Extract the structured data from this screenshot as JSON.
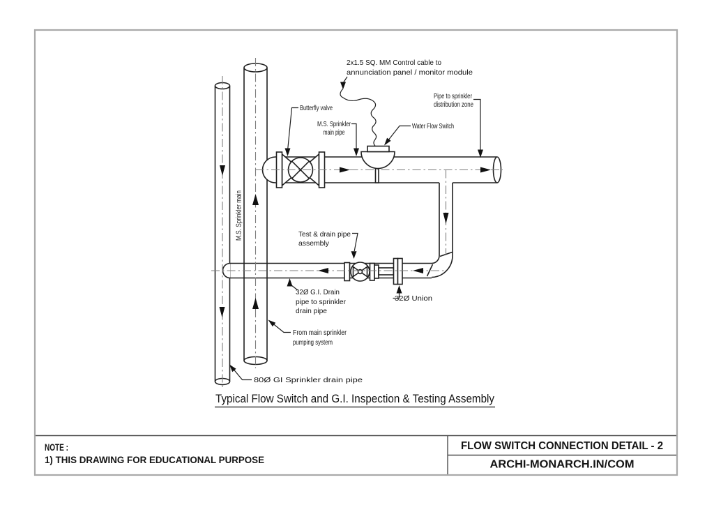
{
  "diagram": {
    "labels": {
      "control_cable": [
        "2x1.5 SQ. MM Control cable to",
        "annunciation panel / monitor module"
      ],
      "pipe_to_zone": [
        "Pipe to sprinkler",
        "distribution zone"
      ],
      "butterfly_valve": "Butterfly valve",
      "ms_sprinkler_main_pipe": [
        "M.S. Sprinkler",
        "main pipe"
      ],
      "water_flow_switch": "Water Flow Switch",
      "ms_sprinkler_main_riser": "M.S. Sprinkler main",
      "test_drain_assembly": [
        "Test & drain pipe",
        "assembly"
      ],
      "gi_drain_pipe_32": [
        "32Ø G.I. Drain",
        "pipe to sprinkler",
        "drain pipe"
      ],
      "union_32": "32Ø Union",
      "from_pumping": [
        "From main sprinkler",
        "pumping system"
      ],
      "gi_drain_pipe_80": "80Ø GI Sprinkler drain pipe"
    },
    "caption": "Typical Flow Switch and G.I. Inspection & Testing Assembly"
  },
  "note_block": {
    "heading": "NOTE :",
    "note1": "1) THIS DRAWING FOR EDUCATIONAL PURPOSE"
  },
  "title_block": {
    "title": "FLOW SWITCH CONNECTION DETAIL - 2",
    "website": "ARCHI-MONARCH.IN/COM"
  },
  "colors": {
    "line": "#1f1f1f",
    "centerline": "#7d7d7d",
    "sheet_border": "#a9a9a9"
  }
}
